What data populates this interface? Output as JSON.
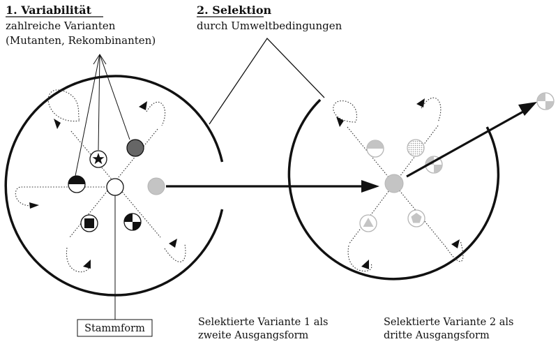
{
  "labels": {
    "variability_title": "1. Variabilität",
    "variability_line1": "zahlreiche Varianten",
    "variability_line2": "(Mutanten, Rekombinanten)",
    "selection_title": "2. Selektion",
    "selection_sub": "durch Umweltbedingungen",
    "stammform": "Stammform",
    "caption1_line1": "Selektierte Variante 1 als",
    "caption1_line2": "zweite Ausgangsform",
    "caption2_line1": "Selektierte Variante 2 als",
    "caption2_line2": "dritte Ausgangsform"
  },
  "colors": {
    "ink": "#111111",
    "dark_variant": "#666666",
    "selected_variant": "#c4c4c4",
    "faded_ink": "#b5b5b5"
  }
}
